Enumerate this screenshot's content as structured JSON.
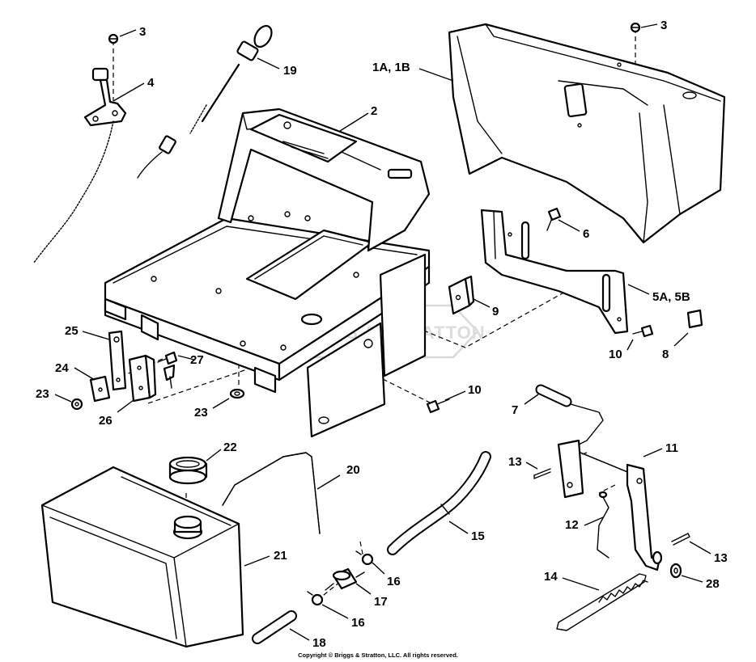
{
  "diagram": {
    "watermark": "BRIGGS & STRATTON",
    "copyright": "Copyright © Briggs & Stratton, LLC. All rights reserved.",
    "callouts": {
      "c3a": "3",
      "c4": "4",
      "c19": "19",
      "c2": "2",
      "c1ab": "1A, 1B",
      "c3b": "3",
      "c6": "6",
      "c5ab": "5A, 5B",
      "c9": "9",
      "c10a": "10",
      "c8": "8",
      "c25": "25",
      "c27": "27",
      "c24": "24",
      "c23a": "23",
      "c26": "26",
      "c23b": "23",
      "c10b": "10",
      "c7": "7",
      "c11": "11",
      "c13a": "13",
      "c22": "22",
      "c20": "20",
      "c15": "15",
      "c12": "12",
      "c21": "21",
      "c16a": "16",
      "c17": "17",
      "c13b": "13",
      "c14": "14",
      "c28": "28",
      "c16b": "16",
      "c18": "18"
    }
  }
}
